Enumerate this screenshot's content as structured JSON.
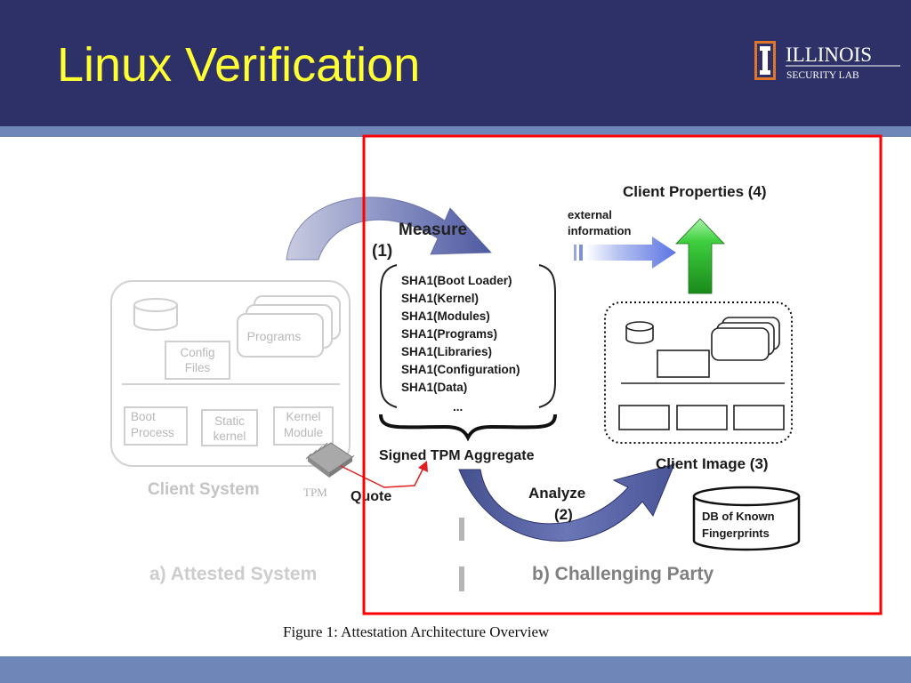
{
  "slide": {
    "title": "Linux Verification",
    "logo": {
      "name": "ILLINOIS",
      "subname": "SECURITY LAB",
      "icon": "illinois-block-i-icon"
    }
  },
  "diagram": {
    "caption": "Figure 1: Attestation Architecture Overview",
    "attested_system": {
      "section_label": "a) Attested System",
      "system_label": "Client System",
      "config_line1": "Config",
      "config_line2": "Files",
      "programs_label": "Programs",
      "boot_line1": "Boot",
      "boot_line2": "Process",
      "static_line1": "Static",
      "static_line2": "kernel",
      "kernel_line1": "Kernel",
      "kernel_line2": "Module",
      "tpm_label": "TPM",
      "quote_label": "Quote"
    },
    "challenging_party": {
      "section_label": "b) Challenging Party",
      "measure_label": "Measure",
      "measure_step": "(1)",
      "measurements": [
        "SHA1(Boot Loader)",
        "SHA1(Kernel)",
        "SHA1(Modules)",
        "SHA1(Programs)",
        "SHA1(Libraries)",
        "SHA1(Configuration)",
        "SHA1(Data)",
        "..."
      ],
      "aggregate_label": "Signed TPM Aggregate",
      "analyze_label": "Analyze",
      "analyze_step": "(2)",
      "client_image_label": "Client Image (3)",
      "client_properties_label": "Client Properties (4)",
      "external_line1": "external",
      "external_line2": "information",
      "db_line1": "DB of Known",
      "db_line2": "Fingerprints"
    },
    "colors": {
      "highlight_border": "#ff0000",
      "arrow_blue": "#5a64a8",
      "arrow_green": "#1aa31a",
      "faded_gray": "#c4c4c4"
    }
  }
}
